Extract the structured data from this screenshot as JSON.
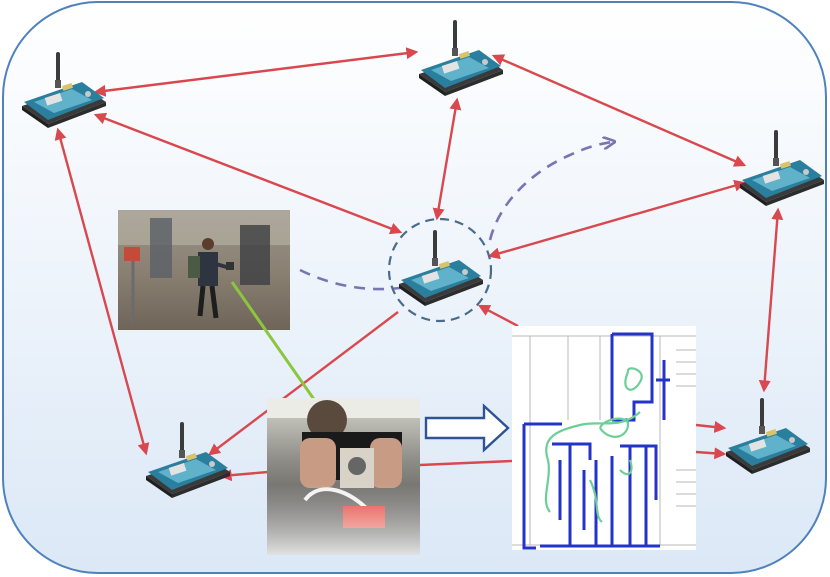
{
  "diagram": {
    "colors": {
      "panel_fill_top": "#ffffff",
      "panel_fill_bottom": "#dbe8f6",
      "panel_border": "#4f81bd",
      "link_arrow": "#d9484e",
      "trajectory_dash": "#7a74b4",
      "node_highlight_ring": "#4a6c8c",
      "camera_link": "#8cc63f",
      "process_arrow": "#2f5496",
      "floorplan_walls": "#2433c8",
      "floorplan_path": "#6ccf97"
    },
    "nodes": [
      {
        "id": "node-top-left"
      },
      {
        "id": "node-top-center"
      },
      {
        "id": "node-right"
      },
      {
        "id": "node-center"
      },
      {
        "id": "node-bottom-left"
      },
      {
        "id": "node-bottom-right"
      }
    ],
    "photos": [
      {
        "id": "photo-person-with-backpack"
      },
      {
        "id": "photo-handheld-camera"
      },
      {
        "id": "floorplan-map"
      }
    ]
  }
}
